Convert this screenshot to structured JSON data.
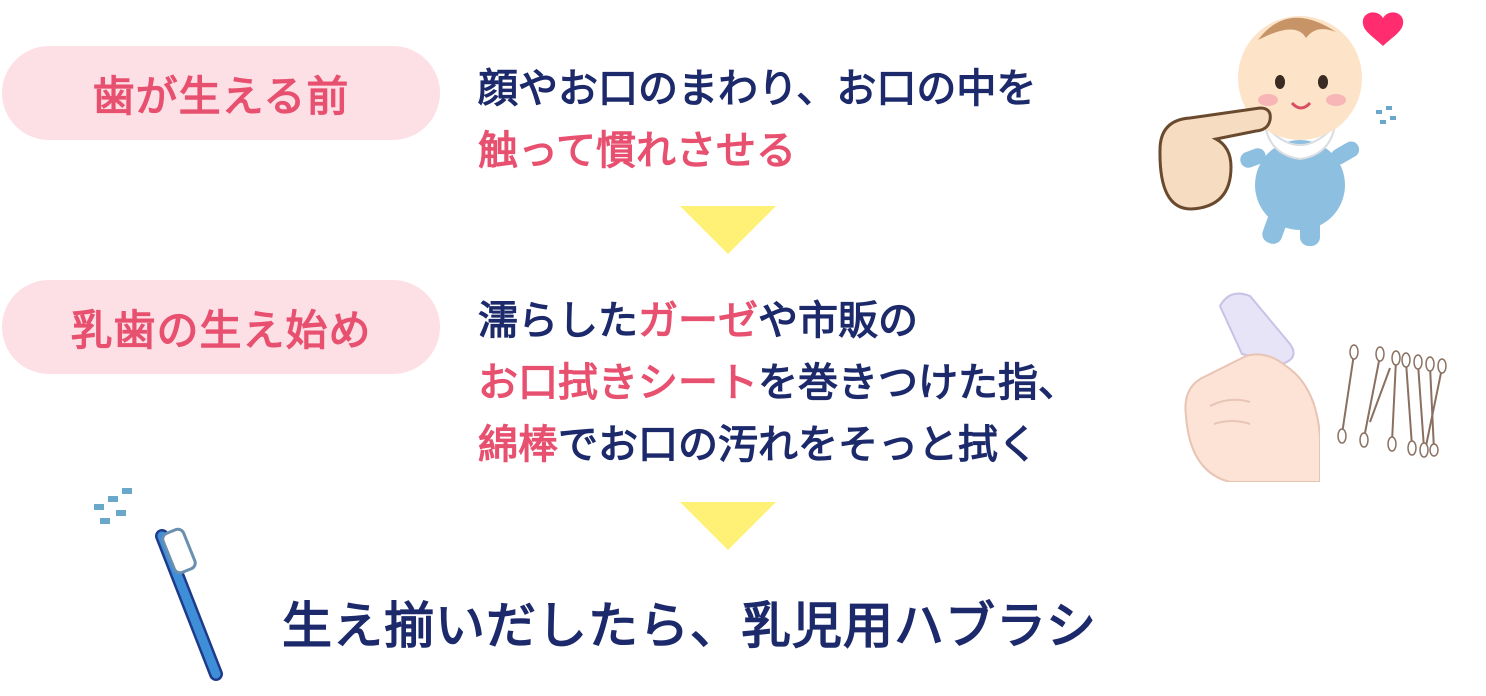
{
  "steps": [
    {
      "stage": "歯が生える前",
      "desc_line1": "顔やお口のまわり、お口の中を",
      "desc_line2_pink": "触って慣れさせる"
    },
    {
      "stage": "乳歯の生え始め",
      "line1_a": "濡らした",
      "line1_pink": "ガーゼ",
      "line1_b": "や市販の",
      "line2_pink": "お口拭きシート",
      "line2_b": "を巻きつけた指、",
      "line3_pink": "綿棒",
      "line3_b": "でお口の汚れをそっと拭く"
    }
  ],
  "final_text": "生え揃いだしたら、乳児用ハブラシ",
  "colors": {
    "pill_bg": "#fde0e6",
    "pink": "#e8506f",
    "navy": "#1c2a6b",
    "arrow": "#fff176"
  },
  "icons": [
    "baby-pointing-illustration",
    "heart-icon",
    "finger-gauze-illustration",
    "cotton-swabs-illustration",
    "toothbrush-illustration"
  ]
}
